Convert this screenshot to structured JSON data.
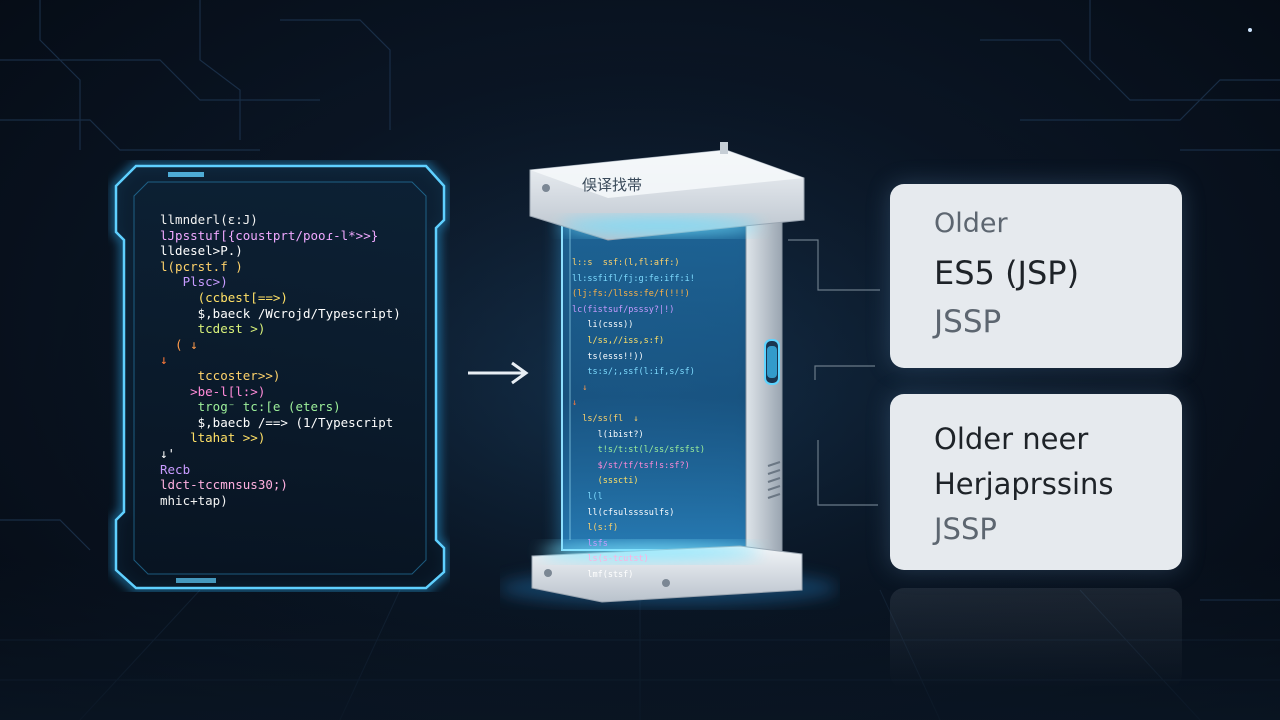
{
  "colors": {
    "background": "#0a1524",
    "panel_glow": "#2fb8ff",
    "device_glow": "#5fd4ff",
    "card_bg": "#e6eaee",
    "card_text_dark": "#1e2328",
    "card_text_muted": "#5d6670"
  },
  "code_panel": {
    "lines": [
      {
        "text": "llmnderl(ɛ:J)",
        "color": "#f2f2f2"
      },
      {
        "text": "lJpsstuf[{coustprt/pooɾ-l*>>}",
        "color": "#f0a8ff"
      },
      {
        "text": "lldesel>P.)",
        "color": "#ffffff"
      },
      {
        "text": "l(pcrst.f )",
        "color": "#ffd36b"
      },
      {
        "text": "   Plsc>)",
        "color": "#c89bff"
      },
      {
        "text": "     (ccbest[==>)",
        "color": "#ffe066"
      },
      {
        "text": "     $,baeck /Wcrojd/Typescript)",
        "color": "#ffffff"
      },
      {
        "text": "     tcdest >)",
        "color": "#d9f27a"
      },
      {
        "text": "  ( ↓",
        "color": "#ff9a4a"
      },
      {
        "text": "↓",
        "color": "#ff7a3a"
      },
      {
        "text": "     tccoster>>)",
        "color": "#ffd36b"
      },
      {
        "text": "    >be-l[l:>)",
        "color": "#ff8ad8"
      },
      {
        "text": "     trog⁻ tc:[e (eters)",
        "color": "#9df09a"
      },
      {
        "text": "     $,baecb /==> (1/Typescript",
        "color": "#ffffff"
      },
      {
        "text": "    ltahat >>)",
        "color": "#ffe066"
      },
      {
        "text": "↓'",
        "color": "#ffffff"
      },
      {
        "text": "Recb",
        "color": "#c89bff"
      },
      {
        "text": "ldct-tccmnsus30;)",
        "color": "#ffb0e0"
      },
      {
        "text": "mhic+tap)",
        "color": "#f2f2f2"
      }
    ]
  },
  "device": {
    "label": "俁译找帯",
    "screen_lines": [
      {
        "text": "l::s  ssf:(l,fl:aff:)",
        "color": "#ffd36b"
      },
      {
        "text": "ll:ssfifl/fj:g:fe:iff:i!",
        "color": "#7fdcff"
      },
      {
        "text": "(lj:fs:/llsss:fe/f(!!!)",
        "color": "#ffb347"
      },
      {
        "text": "lc(fistsuf/psssy?|!)",
        "color": "#c89bff"
      },
      {
        "text": "   li(csss))",
        "color": "#ffffff"
      },
      {
        "text": "   l/ss,//iss,s:f)",
        "color": "#ffe066"
      },
      {
        "text": "   ts(esss!!))",
        "color": "#ffffff"
      },
      {
        "text": "   ts:s/;,ssf(l:if,s/sf)",
        "color": "#7fdcff"
      },
      {
        "text": "  ↓",
        "color": "#ff9a4a"
      },
      {
        "text": "↓",
        "color": "#ff7a3a"
      },
      {
        "text": "  ls/ss(fl  ↓",
        "color": "#ffd36b"
      },
      {
        "text": "     l(ibist?)",
        "color": "#ffffff"
      },
      {
        "text": "     t!s/t:st(l/ss/sfsfst)",
        "color": "#9df09a"
      },
      {
        "text": "     $/st/tf/tsf!s:sf?)",
        "color": "#ff8ad8"
      },
      {
        "text": "     (ssscti)",
        "color": "#ffe066"
      },
      {
        "text": "   l(l",
        "color": "#7fdcff"
      },
      {
        "text": "   ll(cfsulssssulfs)",
        "color": "#ffffff"
      },
      {
        "text": "   l(s:f)",
        "color": "#ffd36b"
      },
      {
        "text": "   lsfs",
        "color": "#c89bff"
      },
      {
        "text": "   ls(s-tcutst)",
        "color": "#ffb0e0"
      },
      {
        "text": "   lmf(stsf)",
        "color": "#ffffff"
      }
    ]
  },
  "card_1": {
    "line1": "Older",
    "line2": "ES5 (JSP)",
    "line3": "JSSP"
  },
  "card_2": {
    "line1": "Older neer",
    "line2": "Herjaprssins",
    "line3": "JSSP"
  }
}
